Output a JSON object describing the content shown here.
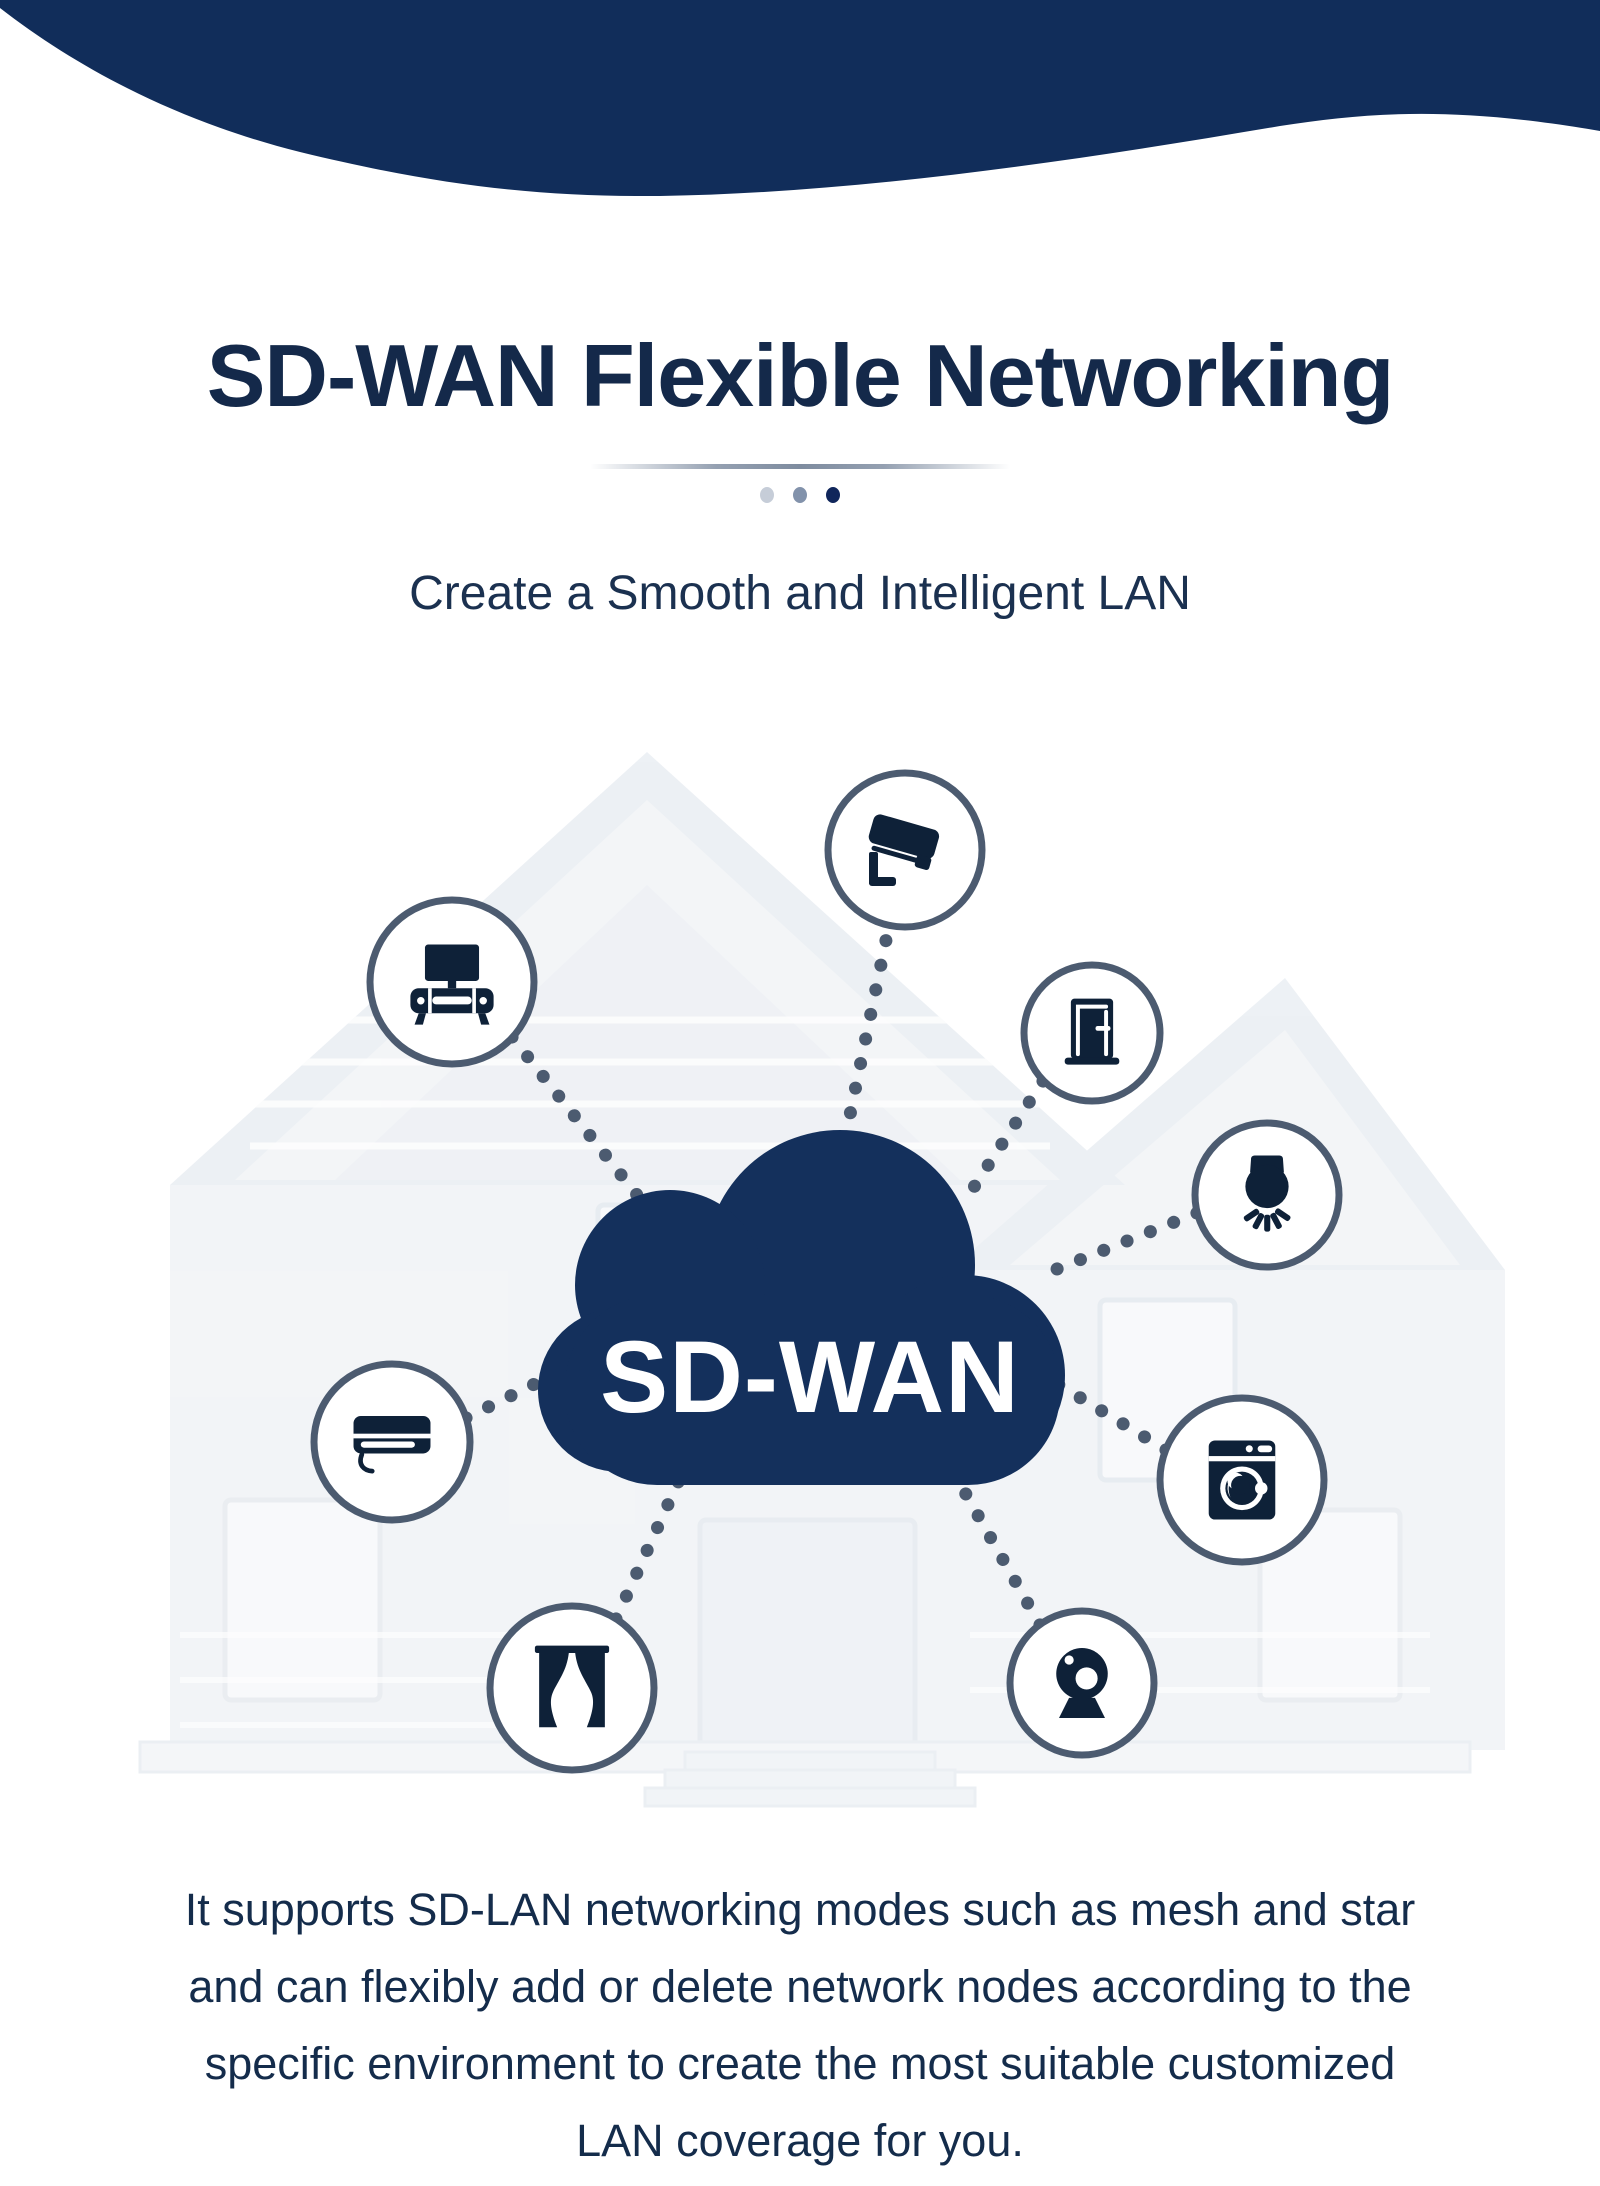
{
  "header": {
    "title": "SD-WAN Flexible Networking",
    "subtitle": "Create a Smooth and Intelligent LAN",
    "divider_dot_colors": [
      "#C6CDD8",
      "#8292AB",
      "#10265B"
    ]
  },
  "diagram": {
    "cloud_label": "SD-WAN",
    "devices": [
      {
        "icon": "cctv-camera-icon"
      },
      {
        "icon": "tv-media-console-icon"
      },
      {
        "icon": "smart-door-icon"
      },
      {
        "icon": "smart-light-icon"
      },
      {
        "icon": "washing-machine-icon"
      },
      {
        "icon": "webcam-icon"
      },
      {
        "icon": "smart-curtains-icon"
      },
      {
        "icon": "air-conditioner-icon"
      }
    ]
  },
  "description": {
    "lines": [
      "It supports SD-LAN networking modes such as mesh and star",
      "and can flexibly add or delete network nodes according to the",
      "specific environment to create the most suitable customized",
      "LAN coverage for you."
    ]
  },
  "colors": {
    "wave_navy": "#112D5A",
    "cloud_navy": "#14305C",
    "icon_navy": "#0E2138",
    "ring_slate": "#4C5B70",
    "title_text": "#14294A",
    "body_text": "#142C4B",
    "house_tint": "#EDF0F4"
  }
}
